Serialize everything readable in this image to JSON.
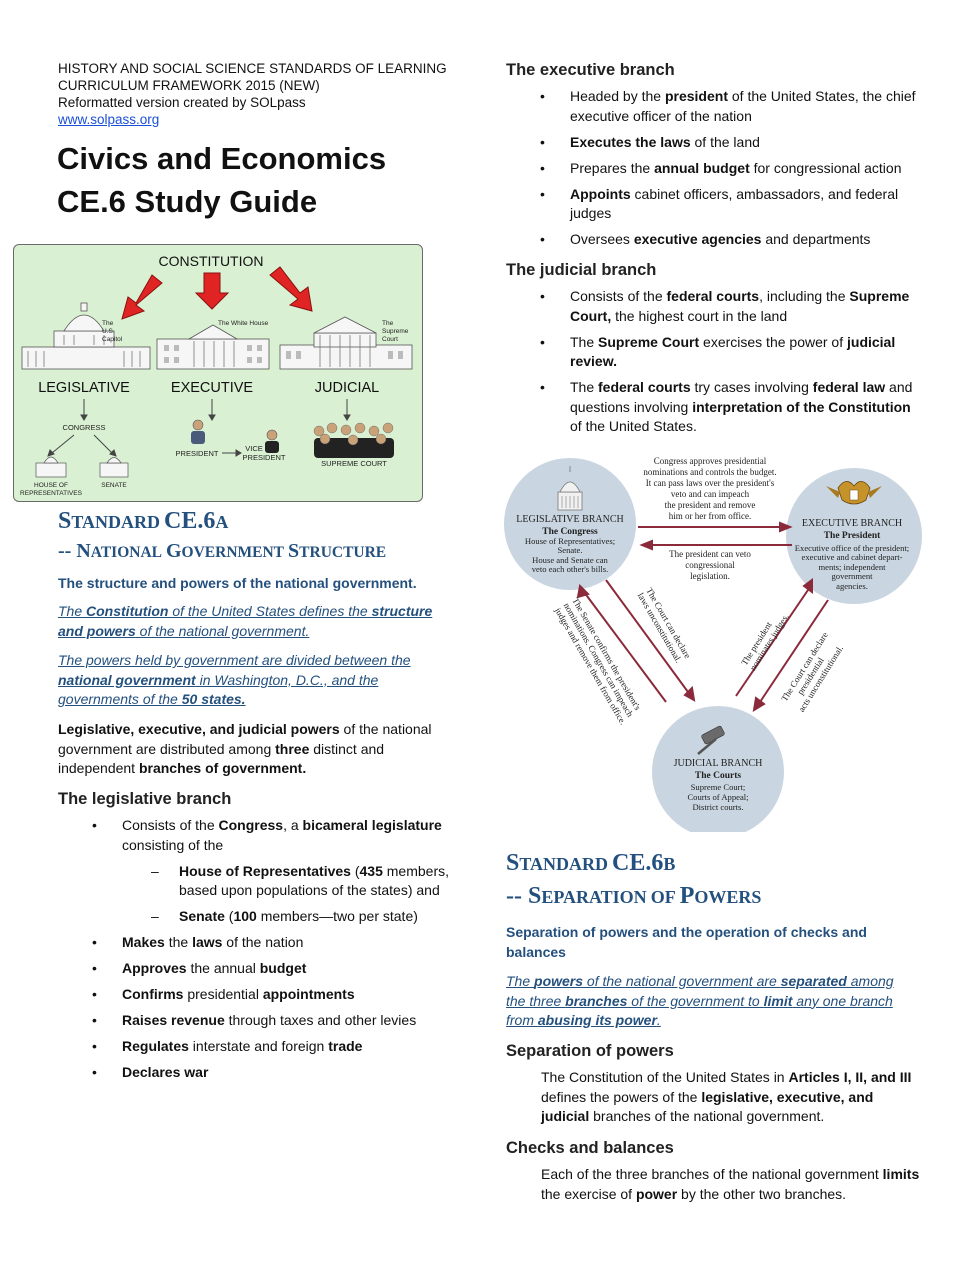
{
  "header": {
    "line1": "HISTORY AND SOCIAL SCIENCE STANDARDS OF LEARNING",
    "line2": "CURRICULUM FRAMEWORK 2015 (NEW)",
    "line3": "Reformatted version created by SOLpass",
    "link": "www.solpass.org",
    "title1": "Civics and Economics",
    "title2": "CE.6  Study Guide"
  },
  "diagram1": {
    "top": "CONSTITUTION",
    "capitol_label": [
      "The",
      "U.S.",
      "Capitol"
    ],
    "whitehouse_label": "The White House",
    "court_label": [
      "The",
      "Supreme",
      "Court"
    ],
    "legislative": "LEGISLATIVE",
    "executive": "EXECUTIVE",
    "judicial": "JUDICIAL",
    "congress": "CONGRESS",
    "house": [
      "HOUSE OF",
      "REPRESENTATIVES"
    ],
    "senate": "SENATE",
    "president": "PRESIDENT",
    "vice": [
      "VICE",
      "PRESIDENT"
    ],
    "supreme_court": "SUPREME COURT"
  },
  "std6a": {
    "s": "S",
    "tandard": "TANDARD",
    "ce": "CE.6",
    "a": "A",
    "dash": "-- ",
    "n": "N",
    "ational": "ATIONAL",
    "g": "G",
    "overnment": "OVERNMENT",
    "st": "S",
    "tructure": "TRUCTURE",
    "lead": "The structure and powers of the national government.",
    "p1a": "The ",
    "p1b": "Constitution",
    "p1c": " of the United States defines the ",
    "p1d": "structure",
    "p1e": " and powers",
    "p1f": " of the national government.",
    "p2a": "The powers held by government are divided between the ",
    "p2b": "national government",
    "p2c": " in Washington, D.C., and the governments of the ",
    "p2d": "50 states.",
    "p3a": "Legislative, executive, and judicial powers",
    "p3b": " of the national government are distributed among ",
    "p3c": "three",
    "p3d": " distinct and independent ",
    "p3e": "branches of government."
  },
  "legislative": {
    "head": "The legislative branch",
    "b1a": "Consists of the ",
    "b1b": "Congress",
    "b1c": ", a ",
    "b1d": "bicameral legislature",
    "b1e": " consisting of the",
    "d1a": "House of Representatives",
    "d1b": " (",
    "d1c": "435",
    "d1d": " members, based upon populations of the states) and",
    "d2a": "Senate",
    "d2b": " (",
    "d2c": "100",
    "d2d": " members—two per state)",
    "b2a": "Makes",
    "b2b": " the ",
    "b2c": "laws",
    "b2d": " of the nation",
    "b3a": "Approves",
    "b3b": " the annual ",
    "b3c": "budget",
    "b4a": "Confirms",
    "b4b": " presidential ",
    "b4c": "appointments",
    "b5a": "Raises revenue",
    "b5b": " through taxes and other levies",
    "b6a": "Regulates",
    "b6b": " interstate and foreign ",
    "b6c": "trade",
    "b7a": "Declares war"
  },
  "executive": {
    "head": "The executive branch",
    "b1a": "Headed by the ",
    "b1b": "president",
    "b1c": " of the United States, the chief executive officer of the nation",
    "b2a": "Executes the laws",
    "b2b": " of the land",
    "b3a": "Prepares the ",
    "b3b": "annual budget",
    "b3c": " for congressional action",
    "b4a": "Appoints",
    "b4b": " cabinet officers, ambassadors, and federal judges",
    "b5a": "Oversees ",
    "b5b": "executive agencies",
    "b5c": " and departments"
  },
  "judicial": {
    "head": "The judicial branch",
    "b1a": "Consists of the ",
    "b1b": "federal courts",
    "b1c": ", including the ",
    "b1d": "Supreme Court,",
    "b1e": " the highest court in the land",
    "b2a": "The ",
    "b2b": "Supreme Court",
    "b2c": " exercises the power of ",
    "b2d": "judicial review.",
    "b3a": "The ",
    "b3b": "federal courts",
    "b3c": " try cases involving ",
    "b3d": "federal law",
    "b3e": " and questions involving ",
    "b3f": "interpretation of the Constitution",
    "b3g": " of the United States."
  },
  "diagram2": {
    "leg_title": "LEGISLATIVE BRANCH",
    "leg_sub": "The Congress",
    "leg_body": [
      "House of Representatives;",
      "Senate.",
      "House and Senate can",
      "veto each other's bills."
    ],
    "exe_title": "EXECUTIVE BRANCH",
    "exe_sub": "The President",
    "exe_body": [
      "Executive office of the president;",
      "executive and cabinet depart-",
      "ments; independent",
      "government",
      "agencies."
    ],
    "jud_title": "JUDICIAL BRANCH",
    "jud_sub": "The  Courts",
    "jud_body": [
      "Supreme Court;",
      "Courts of Appeal;",
      "District courts."
    ],
    "top_text": [
      "Congress approves presidential",
      "nominations and controls the budget.",
      "It can pass laws over the president's",
      "veto and can impeach",
      "the president and remove",
      "him or her from office."
    ],
    "mid_text": [
      "The president can veto",
      "congressional",
      "legislation."
    ],
    "left_text1": [
      "The Court can declare",
      "laws unconstitutional."
    ],
    "left_text2": [
      "The Senate confirms the president's",
      "nominations. Congress can impeach",
      "judges and remove them from office."
    ],
    "right_text1": [
      "The president",
      "nominates judges."
    ],
    "right_text2": [
      "The Court can declare",
      "presidential",
      "acts unconstitutional."
    ]
  },
  "std6b": {
    "s": "S",
    "tandard": "TANDARD",
    "ce": "CE.6",
    "b": "B",
    "dash": "-- ",
    "sp": "S",
    "eparation": "EPARATION",
    "of": "OF",
    "p": "P",
    "owers": "OWERS",
    "lead": "Separation of powers and the operation of checks and balances",
    "p1a": "The ",
    "p1b": "powers",
    "p1c": " of the national government are ",
    "p1d": "separated",
    "p1e": " among the three ",
    "p1f": "branches",
    "p1g": " of the government to ",
    "p1h": "limit",
    "p1i": " any one branch from ",
    "p1j": "abusing its power",
    "p1k": ".",
    "sep_head": "Separation of powers",
    "sep_a": "The Constitution of the United States in ",
    "sep_b": "Articles I, II, and III",
    "sep_c": " defines the powers of the ",
    "sep_d": "legislative, executive, and judicial",
    "sep_e": " branches of the national government.",
    "cb_head": "Checks and balances",
    "cb_a": "Each of the three branches of the national government ",
    "cb_b": "limits",
    "cb_c": " the exercise of ",
    "cb_d": "power",
    "cb_e": " by the other two branches."
  }
}
